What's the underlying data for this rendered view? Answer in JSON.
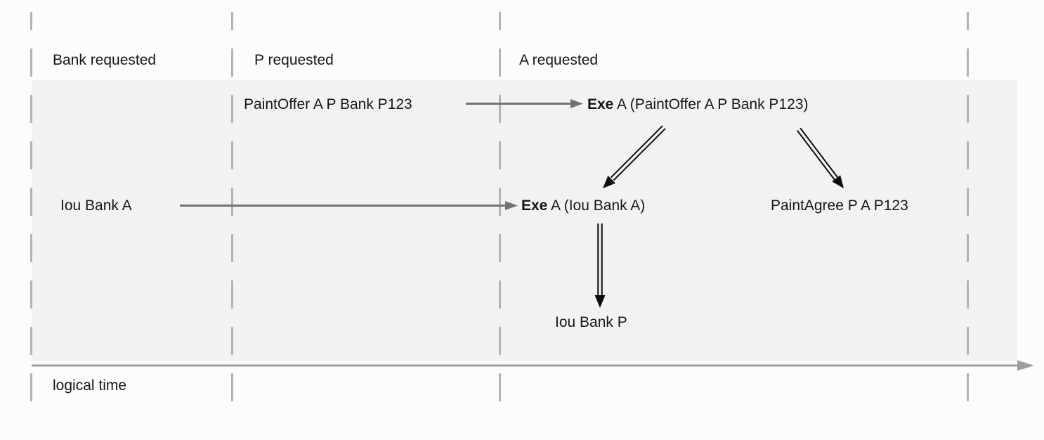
{
  "colors": {
    "background": "#fcfcfc",
    "commit_band": "#f2f2f2",
    "dashed_separator": "#b3b3b3",
    "command_arrow": "#737373",
    "time_axis": "#9e9e9e",
    "consequence_arrow": "#0d0d0d",
    "text": "#161616"
  },
  "columns": [
    {
      "label": "Bank requested"
    },
    {
      "label": "P requested"
    },
    {
      "label": "A requested"
    }
  ],
  "commands": [
    {
      "text": "PaintOffer A P Bank P123"
    },
    {
      "text": "Iou Bank A"
    }
  ],
  "actions": {
    "exe_paintoffer": {
      "verb": "Exe",
      "args": " A (PaintOffer A P Bank P123)"
    },
    "exe_iou": {
      "verb": "Exe",
      "args": " A (Iou Bank A)"
    },
    "paintagree": {
      "text": "PaintAgree P A P123"
    },
    "iou_result": {
      "text": "Iou Bank P"
    }
  },
  "axis": {
    "label": "logical time"
  }
}
